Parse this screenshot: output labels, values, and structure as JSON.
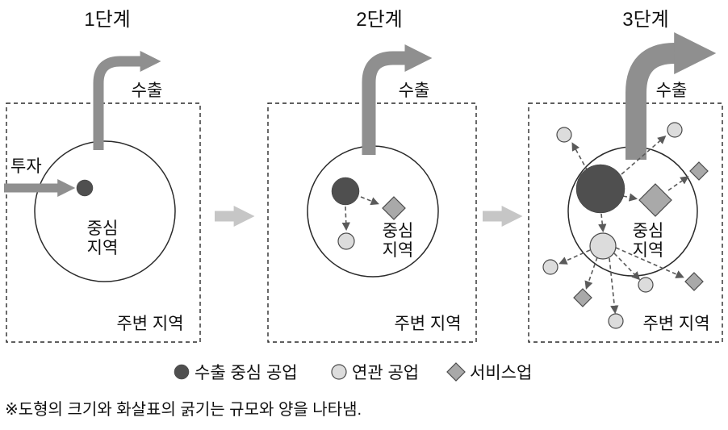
{
  "stages": [
    {
      "title": "1단계",
      "invest_label": "투자",
      "export_label": "수출",
      "center_line1": "중심",
      "center_line2": "지역",
      "periphery_label": "주변 지역"
    },
    {
      "title": "2단계",
      "export_label": "수출",
      "center_line1": "중심",
      "center_line2": "지역",
      "periphery_label": "주변 지역"
    },
    {
      "title": "3단계",
      "export_label": "수출",
      "center_line1": "중심",
      "center_line2": "지역",
      "periphery_label": "주변 지역"
    }
  ],
  "legend": {
    "items": [
      {
        "symbol": "dark-circle-icon",
        "label": "수출 중심 공업"
      },
      {
        "symbol": "light-circle-icon",
        "label": "연관 공업"
      },
      {
        "symbol": "diamond-icon",
        "label": "서비스업"
      }
    ]
  },
  "footnote": "※도형의 크기와 화살표의 굵기는 규모와 양을 나타냄.",
  "colors": {
    "dark_shape": "#4f4f4f",
    "light_shape": "#dcdcdc",
    "diamond_shape": "#a9a9a9",
    "flow_arrow": "#8f8f8f",
    "transition_arrow": "#c6c6c6",
    "outline": "#2a2a2a",
    "background": "#ffffff"
  }
}
